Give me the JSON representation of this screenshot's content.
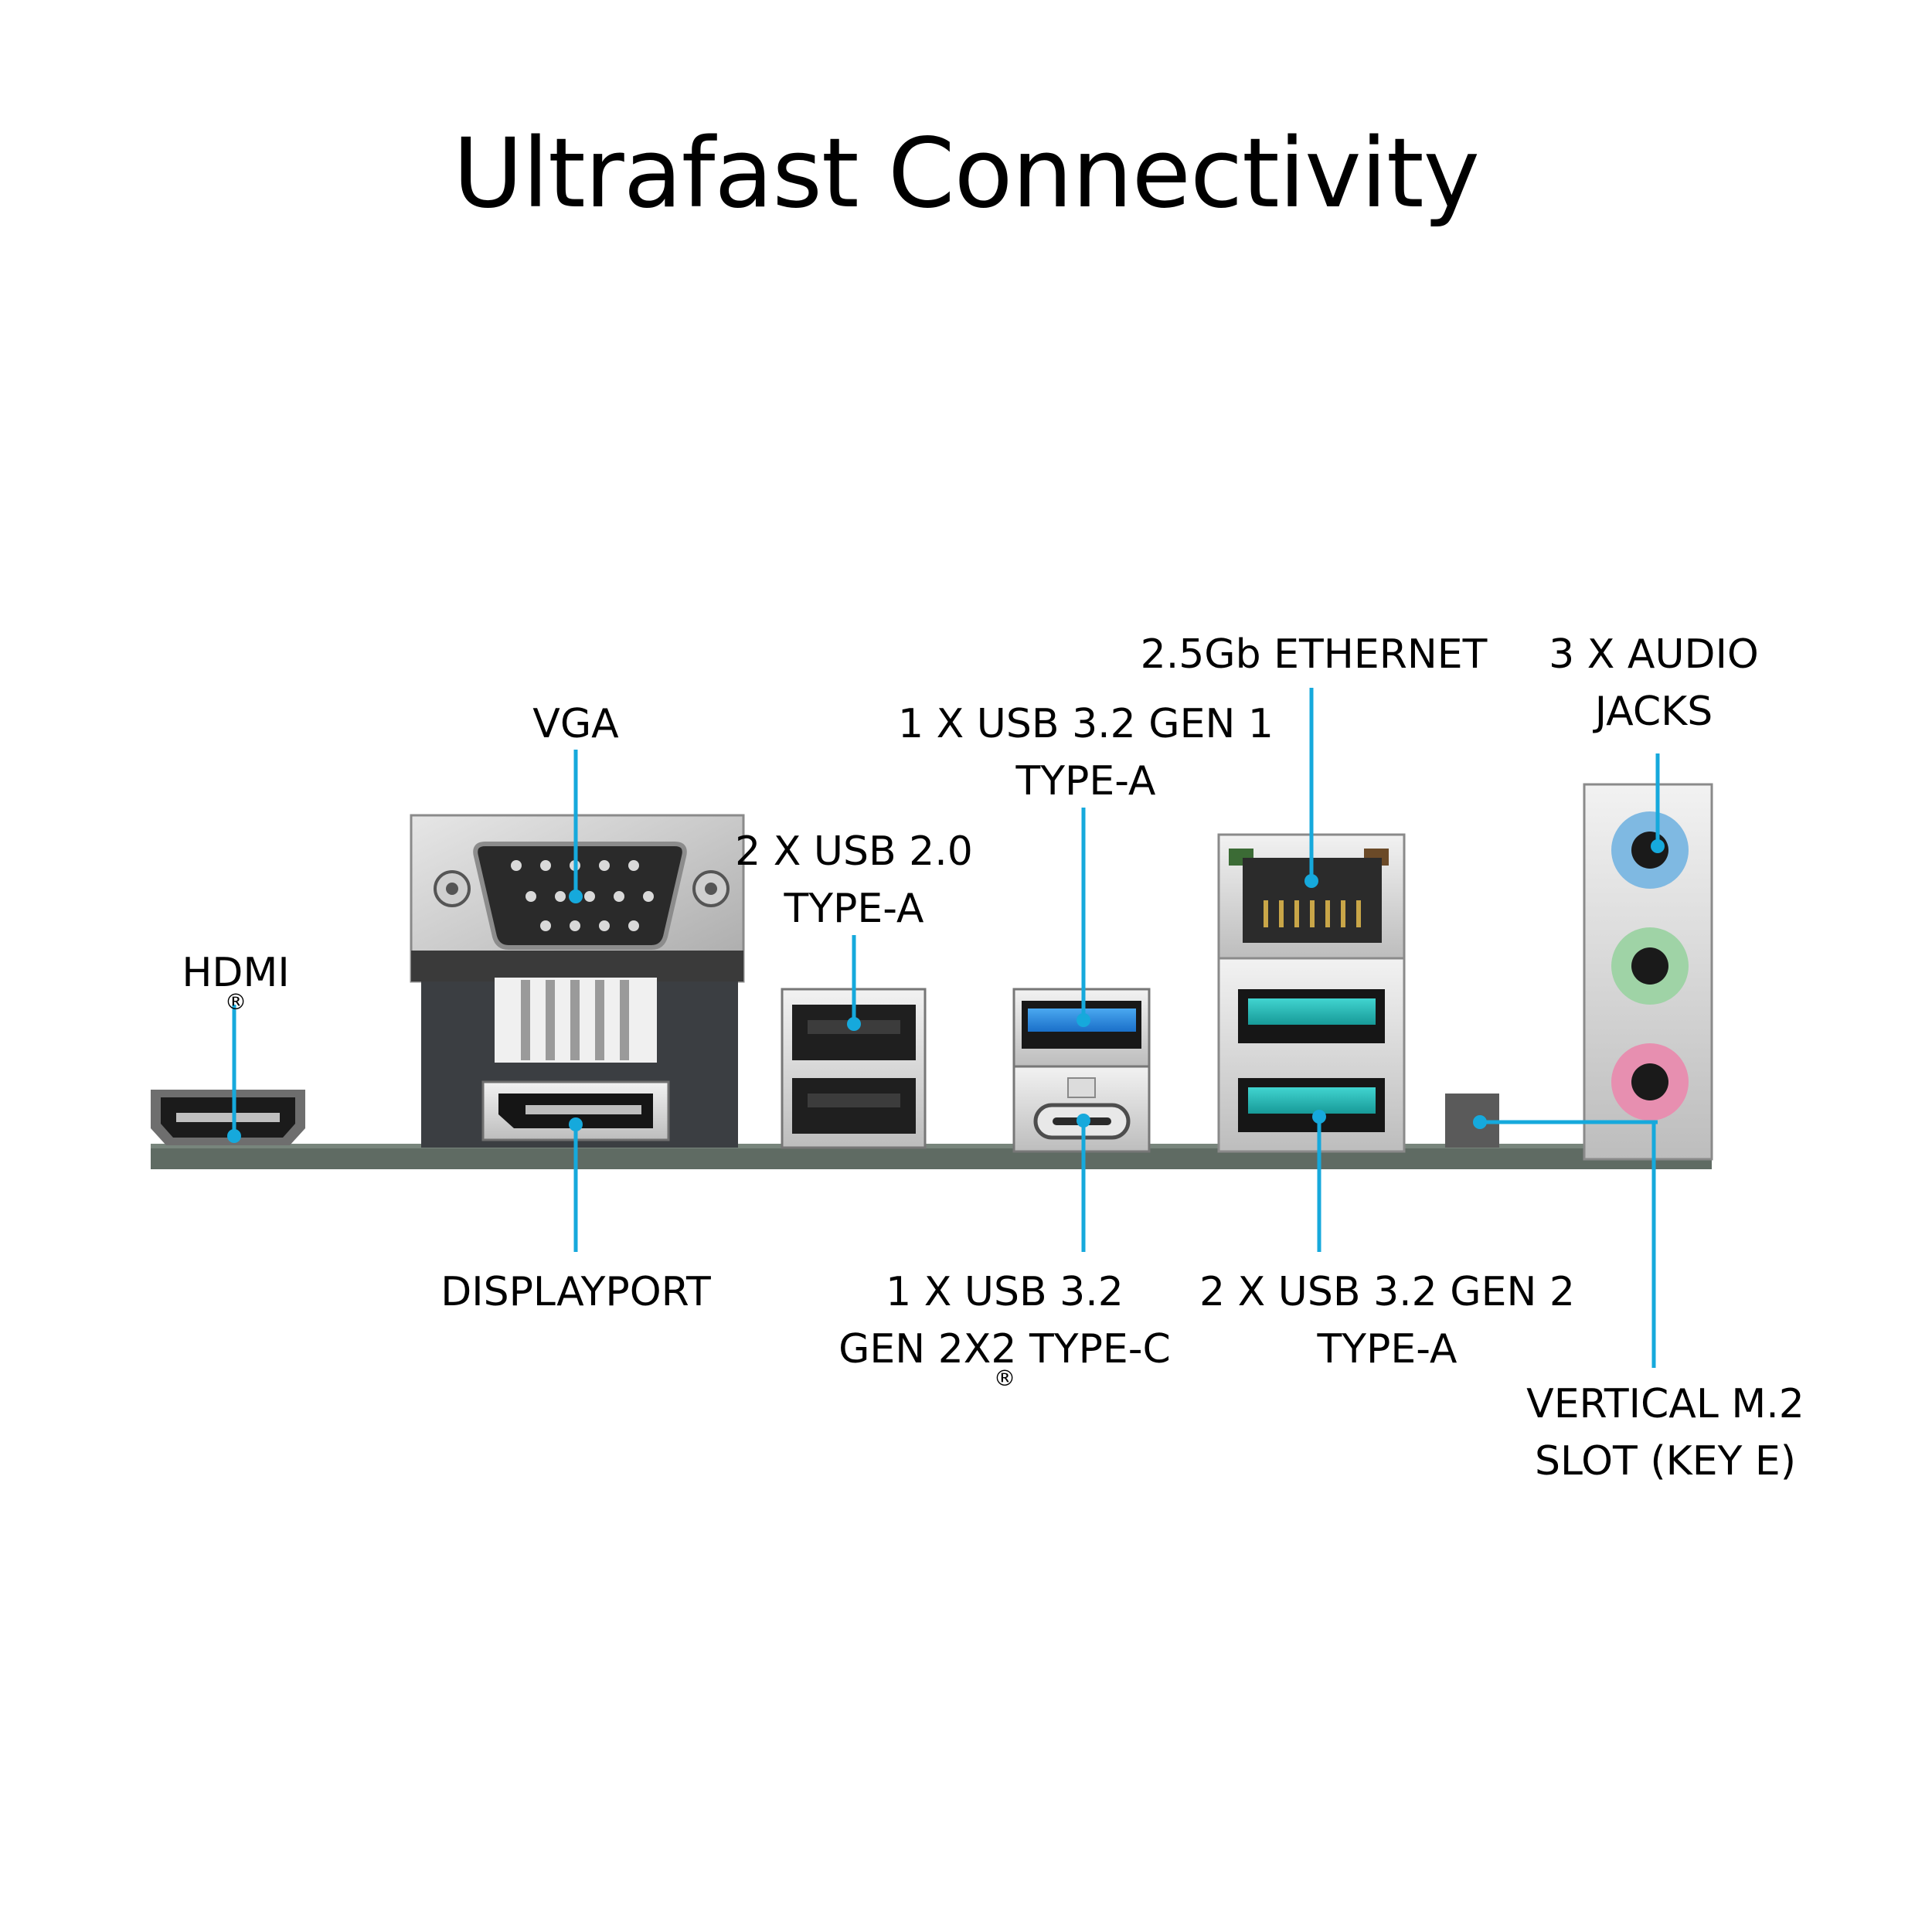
{
  "title": "Ultrafast Connectivity",
  "callout_color": "#16a9dc",
  "ports": {
    "hdmi": {
      "label": "HDMI",
      "mark": "®",
      "icon": "hdmi-port-icon"
    },
    "vga": {
      "label": "VGA",
      "icon": "vga-port-icon"
    },
    "displayport": {
      "label": "DISPLAYPORT",
      "icon": "displayport-port-icon"
    },
    "usb20": {
      "line1": "2 X USB 2.0",
      "line2": "TYPE-A",
      "icon": "usb-a-port-icon"
    },
    "usb32g1": {
      "line1": "1 X USB 3.2 GEN 1",
      "line2": "TYPE-A",
      "icon": "usb-a-blue-port-icon"
    },
    "usb32g2x2": {
      "line1": "1 X USB 3.2",
      "line2": "GEN 2X2 TYPE-C",
      "mark": "®",
      "icon": "usb-c-port-icon"
    },
    "ethernet": {
      "label": "2.5Gb ETHERNET",
      "icon": "rj45-port-icon"
    },
    "usb32g2": {
      "line1": "2 X USB 3.2 GEN 2",
      "line2": "TYPE-A",
      "icon": "usb-a-teal-port-icon"
    },
    "audio": {
      "line1": "3 X AUDIO",
      "line2": "JACKS",
      "icon": "audio-jack-icon",
      "jack_colors": [
        "#7fb9e2",
        "#9fd3a6",
        "#e78fb0"
      ]
    },
    "m2": {
      "line1": "VERTICAL M.2",
      "line2": "SLOT (KEY E)",
      "icon": "m2-slot-icon"
    }
  }
}
